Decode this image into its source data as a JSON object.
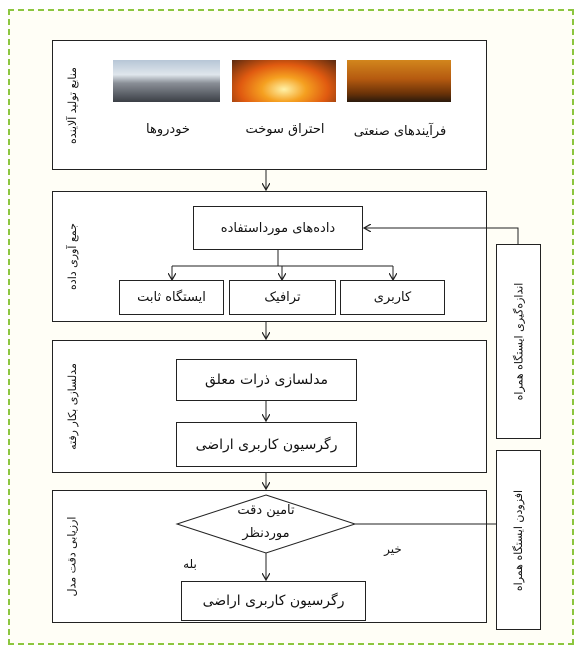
{
  "sources": {
    "title": "منابع تولید آلاینده",
    "items": [
      "خودروها",
      "احتراق سوخت",
      "فرآیندهای صنعتی"
    ]
  },
  "collection": {
    "title": "جمع آوری داده",
    "data_used": "داده‌های مورداستفاده",
    "types": [
      "ایستگاه ثابت",
      "ترافیک",
      "کاربری"
    ]
  },
  "modeling": {
    "title": "مدلسازی بکار رفته",
    "step1": "مدلسازی ذرات معلق",
    "step2": "رگرسیون کاربری اراضی"
  },
  "evaluation": {
    "title": "ارزیابی دقت مدل",
    "decision_line1": "تامین دقت",
    "decision_line2": "موردنظر",
    "yes": "بله",
    "no": "خیر",
    "final": "رگرسیون کاربری اراضی"
  },
  "mobile": {
    "measure": "اندازه‌گیری ایستگاه همراه",
    "add": "افزودن ایستگاه همراه"
  }
}
